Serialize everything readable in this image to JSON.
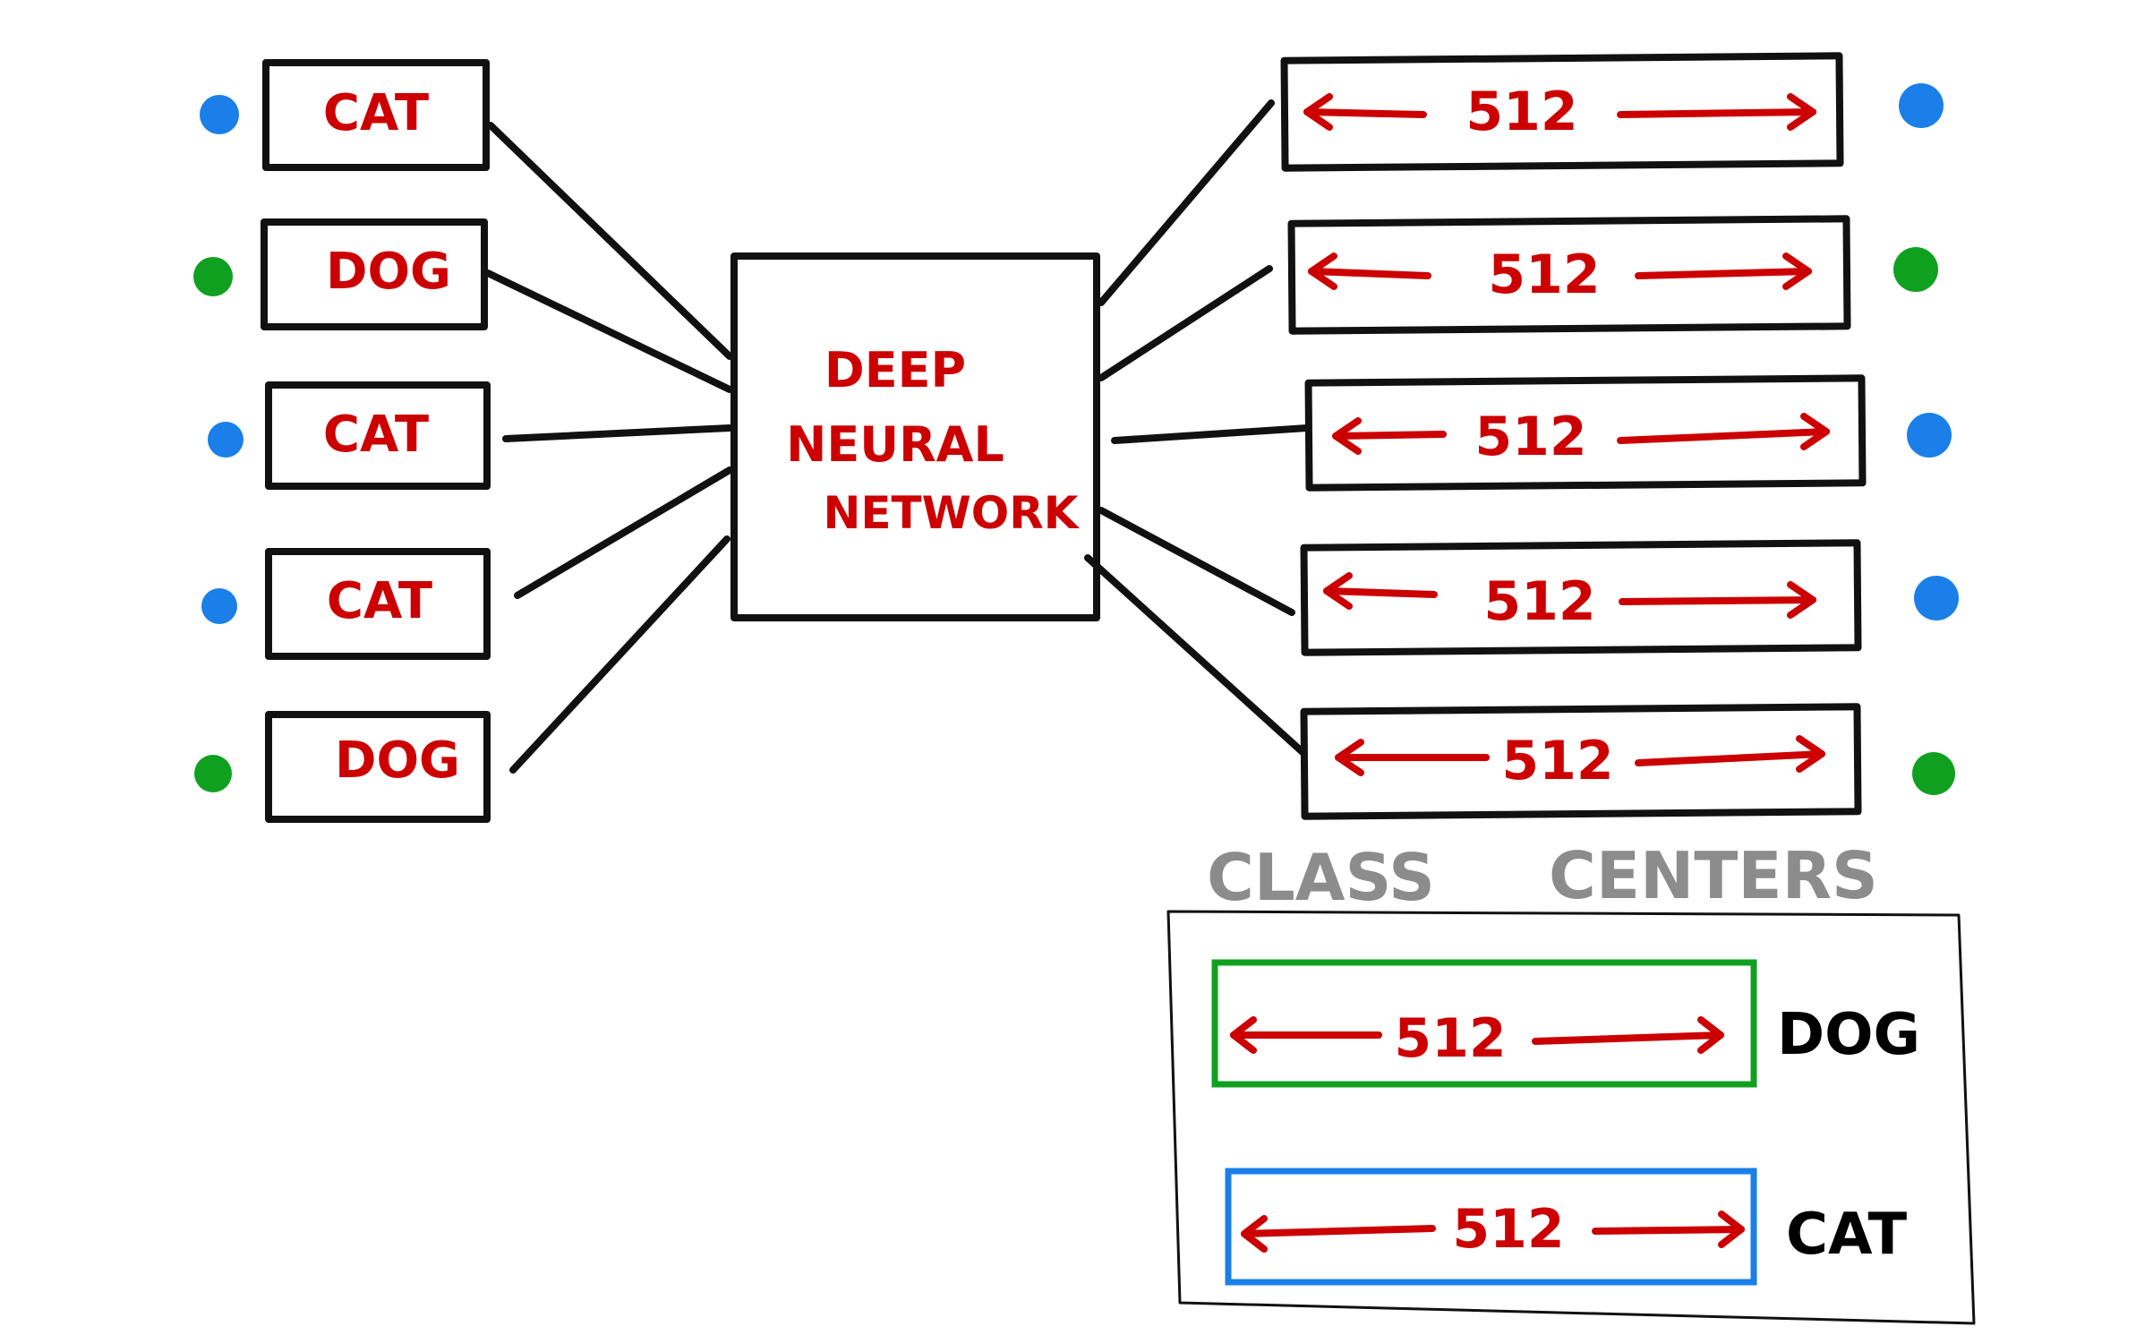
{
  "inputs": [
    {
      "label": "CAT",
      "dot_color": "#1a7fe8"
    },
    {
      "label": "DOG",
      "dot_color": "#10a020"
    },
    {
      "label": "CAT",
      "dot_color": "#1a7fe8"
    },
    {
      "label": "CAT",
      "dot_color": "#1a7fe8"
    },
    {
      "label": "DOG",
      "dot_color": "#10a020"
    }
  ],
  "network": {
    "line1": "DEEP",
    "line2": "NEURAL",
    "line3": "NETWORK"
  },
  "embeddings": [
    {
      "label": "512",
      "dot_color": "#1a7fe8"
    },
    {
      "label": "512",
      "dot_color": "#10a020"
    },
    {
      "label": "512",
      "dot_color": "#1a7fe8"
    },
    {
      "label": "512",
      "dot_color": "#1a7fe8"
    },
    {
      "label": "512",
      "dot_color": "#10a020"
    }
  ],
  "class_centers": {
    "title_left": "CLASS",
    "title_right": "CENTERS",
    "items": [
      {
        "vector_label": "512",
        "class_label": "DOG",
        "border_color": "#10a020"
      },
      {
        "vector_label": "512",
        "class_label": "CAT",
        "border_color": "#1a7fe8"
      }
    ]
  }
}
